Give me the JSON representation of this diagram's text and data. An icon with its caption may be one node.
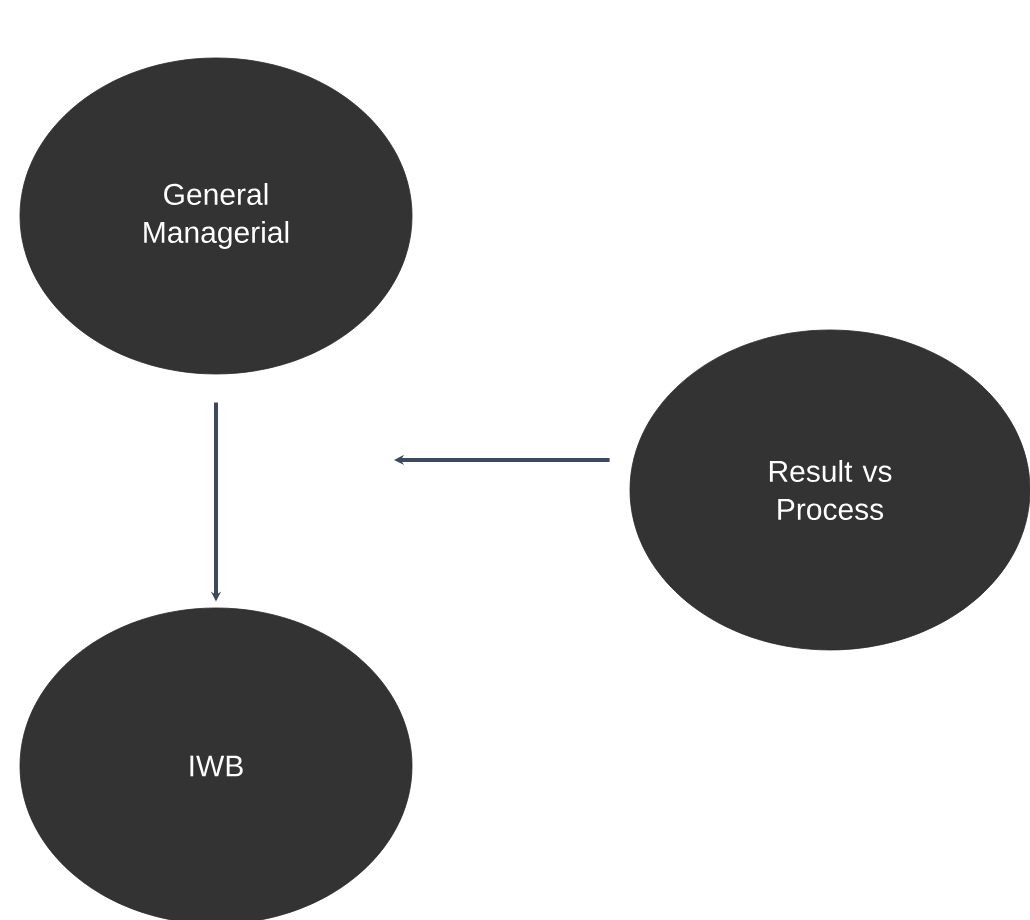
{
  "diagram": {
    "nodes": [
      {
        "text": [
          "General Managerial"
        ]
      },
      {
        "text": [
          "Result vs Process"
        ]
      },
      {
        "text": [
          "IWB"
        ]
      }
    ],
    "edges": [
      {
        "from": 0,
        "to": 2,
        "arrow": "to"
      },
      {
        "from": 1,
        "to": null,
        "arrow": "to"
      }
    ]
  }
}
